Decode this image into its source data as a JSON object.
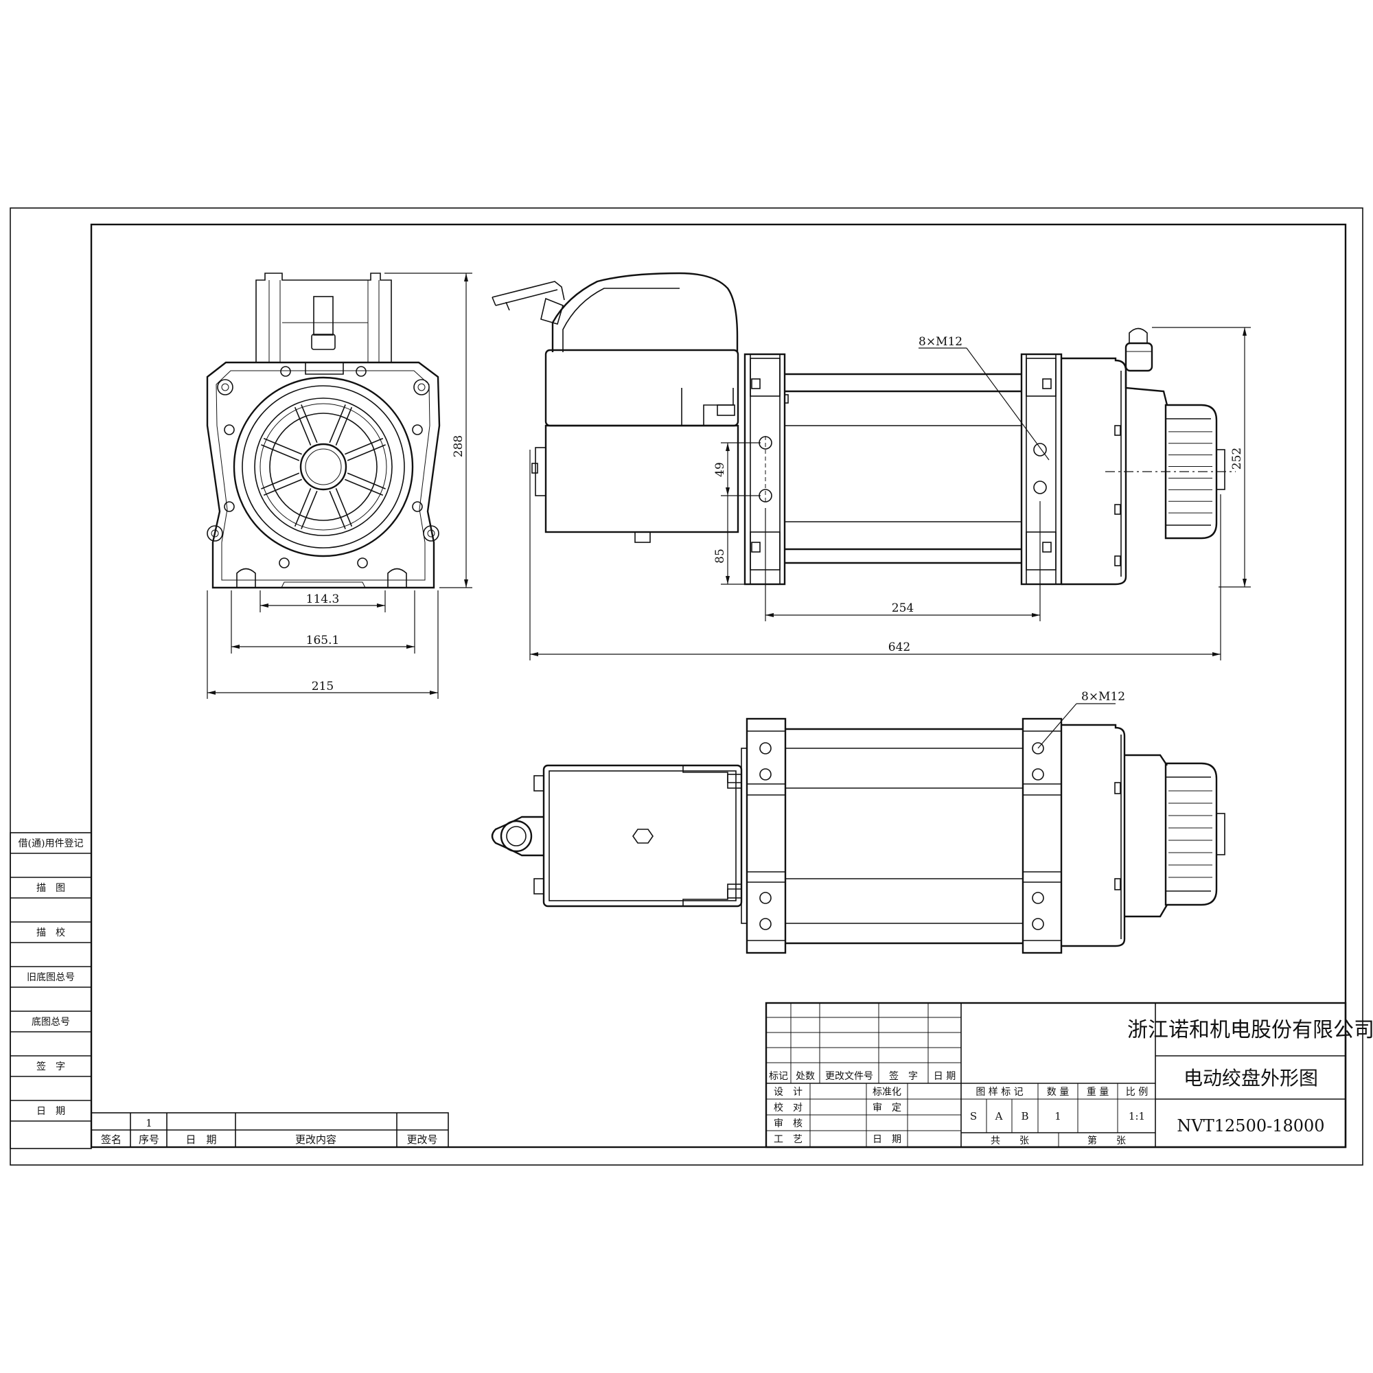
{
  "dimensions": {
    "front_bolt_spacing": "114.3",
    "front_base_width": "165.1",
    "front_overall_width": "215",
    "front_height": "288",
    "side_hole_spacing": "49",
    "side_base_height": "85",
    "side_mount_span": "254",
    "side_overall_length": "642",
    "side_height": "252",
    "bolt_spec_side": "8×M12",
    "bolt_spec_bottom": "8×M12"
  },
  "left_strip": {
    "rows": [
      "借(通)用件登记",
      "描　图",
      "描　校",
      "旧底图总号",
      "底图总号",
      "签　字",
      "日　期"
    ]
  },
  "revision_block": {
    "row_value": "1",
    "headers": [
      "签名",
      "序号",
      "日　期",
      "更改内容",
      "更改号"
    ]
  },
  "title_block": {
    "company": "浙江诺和机电股份有限公司",
    "drawing_name": "电动绞盘外形图",
    "drawing_number": "NVT12500-18000",
    "change_headers": [
      "标记",
      "处数",
      "更改文件号",
      "签　字",
      "日 期"
    ],
    "roles": [
      "设　计",
      "校　对",
      "审　核",
      "工　艺"
    ],
    "roles_right": [
      "标准化",
      "审　定",
      "",
      "日　期"
    ],
    "info_headers": [
      "图 样 标 记",
      "数 量",
      "重 量",
      "比 例"
    ],
    "marks": [
      "S",
      "A",
      "B"
    ],
    "quantity": "1",
    "scale": "1:1",
    "sheets_total_label": "共　　张",
    "sheet_label": "第　　张"
  }
}
